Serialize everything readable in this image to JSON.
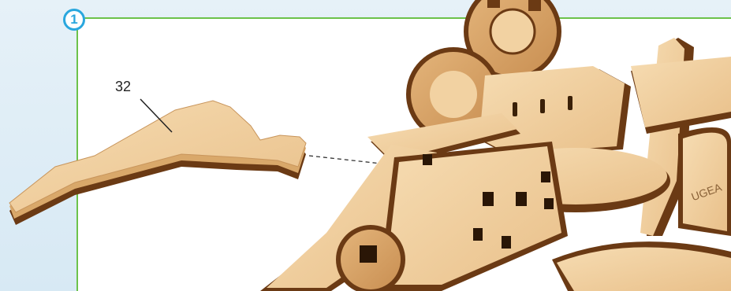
{
  "step": {
    "number": "1"
  },
  "callout": {
    "part_number": "32"
  },
  "engraving": {
    "brand_text": "UGEA"
  },
  "colors": {
    "frame_border": "#6cc24a",
    "badge": "#2aa7de",
    "wood_face": "#f0cfa0",
    "wood_edge_light": "#d9a86a",
    "wood_edge_dark": "#6b3a14"
  }
}
